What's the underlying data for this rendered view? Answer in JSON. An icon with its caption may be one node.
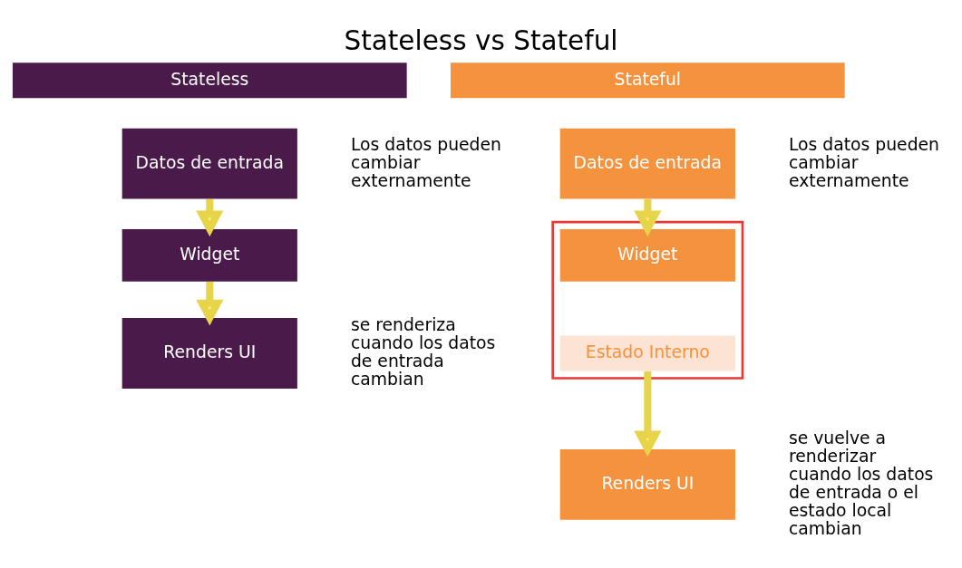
{
  "diagram": {
    "title": "Stateless vs Stateful",
    "nodes": [
      {
        "text": [
          "Stateless"
        ]
      },
      {
        "text": [
          "Stateful"
        ]
      },
      {
        "text": [
          "Datos de entrada"
        ],
        "beside": [
          "Los datos pueden cambiar externamente"
        ]
      },
      {
        "text": [
          "Widget"
        ]
      },
      {
        "text": [
          "Renders UI"
        ],
        "beside": [
          "se renderiza cuando los datos de entrada cambian"
        ]
      },
      {
        "text": [
          "Datos de entrada"
        ],
        "beside": [
          "Los datos pueden cambiar externamente"
        ]
      },
      {
        "text": [],
        "shape": "box"
      },
      {
        "text": [
          "Widget"
        ],
        "in": 6
      },
      {
        "text": [
          "Estado Interno"
        ],
        "in": 6
      },
      {
        "text": [
          "Renders UI"
        ],
        "beside": [
          "se vuelve a renderizar cuando los datos de entrada o el estado local cambian"
        ]
      }
    ],
    "edges": [
      {
        "from": 2,
        "to": 3,
        "arrow": "to"
      },
      {
        "from": 3,
        "to": 4,
        "arrow": "to"
      },
      {
        "from": 5,
        "to": 7,
        "arrow": "to"
      },
      {
        "from": 8,
        "to": 9,
        "arrow": "to"
      }
    ]
  }
}
